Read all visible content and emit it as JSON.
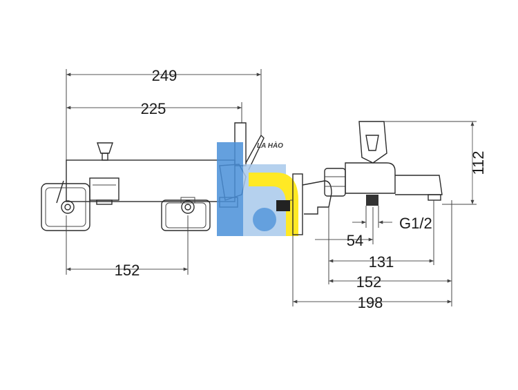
{
  "front_view": {
    "dim_overall": "249",
    "dim_lever_span": "225",
    "dim_centers": "152"
  },
  "side_view": {
    "dim_height": "112",
    "dim_thread": "G1/2",
    "dim_a": "54",
    "dim_b": "131",
    "dim_c": "152",
    "dim_depth": "198"
  },
  "watermark": {
    "text": "LA HÀO",
    "colors": {
      "blue": "#4a90d9",
      "yellow": "#ffe600",
      "light_blue": "#a9c9ec"
    }
  }
}
